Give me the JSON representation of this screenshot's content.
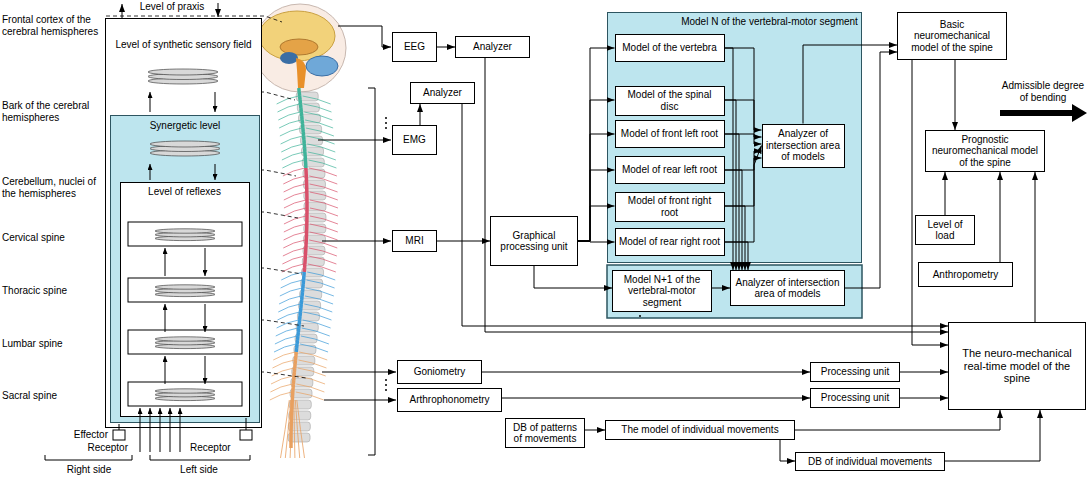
{
  "diagram": {
    "nodes": [
      {
        "text": [
          "Level of synthetic sensory field"
        ]
      },
      {
        "text": [
          "Synergetic level"
        ],
        "in": 0
      },
      {
        "text": [
          "Level of reflexes"
        ],
        "in": 1
      },
      {
        "text": [
          "EEG"
        ]
      },
      {
        "text": [
          "Analyzer"
        ]
      },
      {
        "text": [
          "EMG"
        ]
      },
      {
        "text": [
          "Analyzer"
        ]
      },
      {
        "text": [
          "MRI"
        ]
      },
      {
        "text": [
          "Goniometry"
        ]
      },
      {
        "text": [
          "Arthrophonometry"
        ]
      },
      {
        "text": [
          "Graphical processing unit"
        ]
      },
      {
        "text": [
          "Model N of the vertebral-motor segment"
        ]
      },
      {
        "text": [
          "Model of the vertebra"
        ],
        "in": 11
      },
      {
        "text": [
          "Model of the spinal disc"
        ],
        "in": 11
      },
      {
        "text": [
          "Model of front left root"
        ],
        "in": 11
      },
      {
        "text": [
          "Model of rear left root"
        ],
        "in": 11
      },
      {
        "text": [
          "Model of front right root"
        ],
        "in": 11
      },
      {
        "text": [
          "Model of rear right root"
        ],
        "in": 11
      },
      {
        "text": [
          "Analyzer of intersection area of models"
        ],
        "in": 11
      },
      {
        "text": [
          "Model N+1 of the vertebral-motor segment"
        ]
      },
      {
        "text": [
          "Analyzer of intersection area of models"
        ]
      },
      {
        "text": [
          "Basic neuromechanical model of the spine"
        ]
      },
      {
        "text": [
          "Prognostic neuromechanical model of the spine"
        ]
      },
      {
        "text": [
          "Level of load"
        ]
      },
      {
        "text": [
          "Anthropometry"
        ]
      },
      {
        "text": [
          "Processing unit"
        ]
      },
      {
        "text": [
          "Processing unit"
        ]
      },
      {
        "text": [
          "The neuro-mechanical real-time model of the spine"
        ]
      },
      {
        "text": [
          "DB of patterns of movements"
        ]
      },
      {
        "text": [
          "The model of individual movements"
        ]
      },
      {
        "text": [
          "DB of individual movements"
        ]
      }
    ],
    "edges": [
      {
        "from": 3,
        "to": 4,
        "arrow": "to"
      },
      {
        "from": 5,
        "to": 6,
        "arrow": "to"
      },
      {
        "from": 7,
        "to": 10,
        "arrow": "to"
      },
      {
        "from": 10,
        "to": 12,
        "arrow": "to"
      },
      {
        "from": 10,
        "to": 13,
        "arrow": "to"
      },
      {
        "from": 10,
        "to": 14,
        "arrow": "to"
      },
      {
        "from": 10,
        "to": 15,
        "arrow": "to"
      },
      {
        "from": 10,
        "to": 16,
        "arrow": "to"
      },
      {
        "from": 10,
        "to": 17,
        "arrow": "to"
      },
      {
        "from": 10,
        "to": 19,
        "arrow": "to"
      },
      {
        "from": 12,
        "to": 18,
        "arrow": "to"
      },
      {
        "from": 13,
        "to": 18,
        "arrow": "to"
      },
      {
        "from": 14,
        "to": 18,
        "arrow": "to"
      },
      {
        "from": 15,
        "to": 18,
        "arrow": "to"
      },
      {
        "from": 16,
        "to": 18,
        "arrow": "to"
      },
      {
        "from": 17,
        "to": 18,
        "arrow": "to"
      },
      {
        "from": 12,
        "to": 20,
        "arrow": "to"
      },
      {
        "from": 13,
        "to": 20,
        "arrow": "to"
      },
      {
        "from": 14,
        "to": 20,
        "arrow": "to"
      },
      {
        "from": 15,
        "to": 20,
        "arrow": "to"
      },
      {
        "from": 16,
        "to": 20,
        "arrow": "to"
      },
      {
        "from": 17,
        "to": 20,
        "arrow": "to"
      },
      {
        "from": 19,
        "to": 20,
        "arrow": "to"
      },
      {
        "from": 18,
        "to": 21,
        "arrow": "to"
      },
      {
        "from": 20,
        "to": 21,
        "arrow": "to"
      },
      {
        "from": 4,
        "to": 27,
        "arrow": "to"
      },
      {
        "from": 6,
        "to": 27,
        "arrow": "to"
      },
      {
        "from": 21,
        "to": 22,
        "arrow": "to"
      },
      {
        "from": 23,
        "to": 22,
        "arrow": "to"
      },
      {
        "from": 24,
        "to": 22,
        "arrow": "to"
      },
      {
        "from": 27,
        "to": 22,
        "arrow": "to"
      },
      {
        "from": 21,
        "to": 27,
        "arrow": "to"
      },
      {
        "from": 8,
        "to": 25,
        "arrow": "to"
      },
      {
        "from": 9,
        "to": 26,
        "arrow": "to"
      },
      {
        "from": 25,
        "to": 27,
        "arrow": "to"
      },
      {
        "from": 26,
        "to": 27,
        "arrow": "to"
      },
      {
        "from": 28,
        "to": 29,
        "arrow": "to"
      },
      {
        "from": 29,
        "to": 27,
        "arrow": "to"
      },
      {
        "from": 29,
        "to": 30,
        "arrow": "to"
      },
      {
        "from": 30,
        "to": 27,
        "arrow": "to"
      }
    ],
    "labels": [
      "Level of praxis",
      "Frontal cortex of the cerebral hemispheres",
      "Bark of the cerebral hemispheres",
      "Cerebellum, nuclei of the hemispheres",
      "Cervical spine",
      "Thoracic spine",
      "Lumbar spine",
      "Sacral spine",
      "Effector",
      "Receptor",
      "Receptor",
      "Right side",
      "Left side",
      "Admissible degree of bending"
    ]
  }
}
